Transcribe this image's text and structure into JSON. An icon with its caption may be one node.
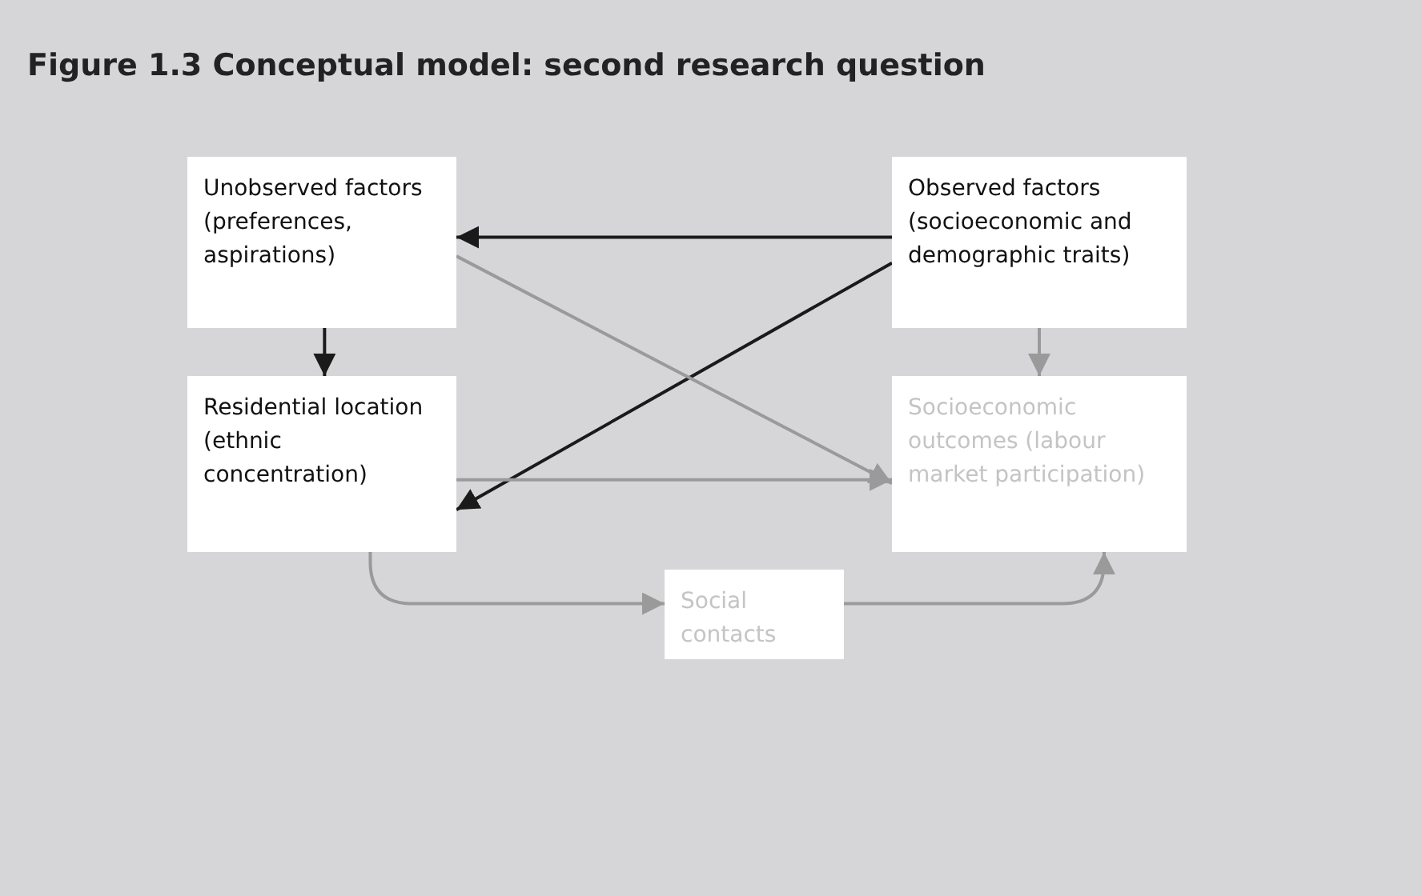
{
  "diagram": {
    "title": "Figure 1.3 Conceptual model: second research question",
    "nodes": [
      {
        "text": [
          "Unobserved factors (preferences, aspirations)"
        ]
      },
      {
        "text": [
          "Observed factors (socioeconomic and demographic traits)"
        ]
      },
      {
        "text": [
          "Residential location (ethnic concentration)"
        ]
      },
      {
        "text": [
          "Socioeconomic outcomes (labour market participation)"
        ]
      },
      {
        "text": [
          "Social contacts"
        ]
      }
    ],
    "edges": [
      {
        "from": 1,
        "to": 0,
        "arrow": "to",
        "color": "#1a1a1a"
      },
      {
        "from": 1,
        "to": 2,
        "arrow": "to",
        "color": "#1a1a1a"
      },
      {
        "from": 0,
        "to": 2,
        "arrow": "to",
        "color": "#1a1a1a"
      },
      {
        "from": 0,
        "to": 3,
        "arrow": "to"
      },
      {
        "from": 1,
        "to": 3,
        "arrow": "to"
      },
      {
        "from": 2,
        "to": 3,
        "arrow": "to"
      },
      {
        "from": 2,
        "to": 4,
        "arrow": "to"
      },
      {
        "from": 4,
        "to": 3,
        "arrow": "to"
      }
    ]
  }
}
